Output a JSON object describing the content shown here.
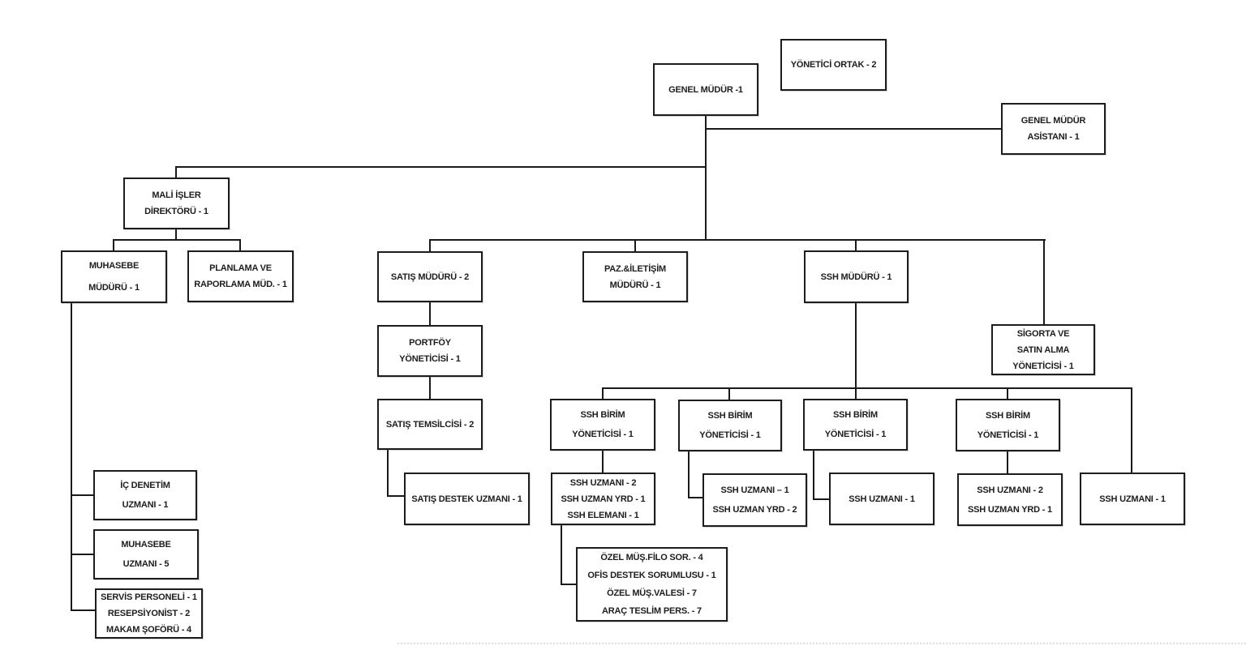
{
  "diagram": {
    "type": "org-chart",
    "nodes": {
      "yonetici_ortak": {
        "lines": [
          "YÖNETİCİ ORTAK - 2"
        ]
      },
      "genel_mudur": {
        "lines": [
          "GENEL MÜDÜR -1"
        ]
      },
      "gm_asistani": {
        "lines": [
          "GENEL MÜDÜR",
          "ASİSTANI - 1"
        ]
      },
      "mali_isler": {
        "lines": [
          "MALİ İŞLER",
          "DİREKTÖRÜ - 1"
        ]
      },
      "muhasebe_muduru": {
        "lines": [
          "MUHASEBE",
          "MÜDÜRÜ - 1"
        ]
      },
      "planlama": {
        "lines": [
          "PLANLAMA VE",
          "RAPORLAMA MÜD. - 1"
        ]
      },
      "ic_denetim": {
        "lines": [
          "İÇ DENETİM",
          "UZMANI - 1"
        ]
      },
      "muhasebe_uzmani": {
        "lines": [
          "MUHASEBE",
          "UZMANI - 5"
        ]
      },
      "servis_personeli": {
        "lines": [
          "SERVİS PERSONELİ - 1",
          "RESEPSİYONİST - 2",
          "MAKAM ŞOFÖRÜ - 4"
        ]
      },
      "satis_muduru": {
        "lines": [
          "SATIŞ MÜDÜRÜ - 2"
        ]
      },
      "portfoy": {
        "lines": [
          "PORTFÖY",
          "YÖNETİCİSİ - 1"
        ]
      },
      "satis_temsilcisi": {
        "lines": [
          "SATIŞ TEMSİLCİSİ - 2"
        ]
      },
      "satis_destek": {
        "lines": [
          "SATIŞ DESTEK UZMANI - 1"
        ]
      },
      "paz_iletisim": {
        "lines": [
          "PAZ.&İLETİŞİM",
          "MÜDÜRÜ - 1"
        ]
      },
      "ssh_muduru": {
        "lines": [
          "SSH MÜDÜRÜ - 1"
        ]
      },
      "sigorta": {
        "lines": [
          "SİGORTA VE",
          "SATIN ALMA",
          "YÖNETİCİSİ - 1"
        ]
      },
      "ssh_birim_1": {
        "lines": [
          "SSH BİRİM",
          "YÖNETİCİSİ - 1"
        ]
      },
      "ssh_birim_2": {
        "lines": [
          "SSH BİRİM",
          "YÖNETİCİSİ - 1"
        ]
      },
      "ssh_birim_3": {
        "lines": [
          "SSH BİRİM",
          "YÖNETİCİSİ - 1"
        ]
      },
      "ssh_birim_4": {
        "lines": [
          "SSH BİRİM",
          "YÖNETİCİSİ - 1"
        ]
      },
      "ssh_ekip_1": {
        "lines": [
          "SSH UZMANI - 2",
          "SSH UZMAN YRD - 1",
          "SSH ELEMANI - 1"
        ]
      },
      "ssh_ekip_2": {
        "lines": [
          "SSH UZMANI – 1",
          "SSH UZMAN YRD - 2"
        ]
      },
      "ssh_ekip_3": {
        "lines": [
          "SSH UZMANI - 1"
        ]
      },
      "ssh_ekip_4": {
        "lines": [
          "SSH UZMANI - 2",
          "SSH UZMAN YRD - 1"
        ]
      },
      "ssh_uzman_sag": {
        "lines": [
          "SSH UZMANI - 1"
        ]
      },
      "ozel_mus": {
        "lines": [
          "ÖZEL MÜŞ.FİLO SOR. - 4",
          "OFİS DESTEK SORUMLUSU - 1",
          "ÖZEL MÜŞ.VALESİ - 7",
          "ARAÇ TESLİM PERS. - 7"
        ]
      }
    },
    "edges": [
      [
        "genel_mudur",
        "gm_asistani"
      ],
      [
        "genel_mudur",
        "mali_isler"
      ],
      [
        "genel_mudur",
        "satis_muduru"
      ],
      [
        "genel_mudur",
        "paz_iletisim"
      ],
      [
        "genel_mudur",
        "ssh_muduru"
      ],
      [
        "genel_mudur",
        "sigorta"
      ],
      [
        "mali_isler",
        "muhasebe_muduru"
      ],
      [
        "mali_isler",
        "planlama"
      ],
      [
        "muhasebe_muduru",
        "ic_denetim"
      ],
      [
        "muhasebe_muduru",
        "muhasebe_uzmani"
      ],
      [
        "muhasebe_muduru",
        "servis_personeli"
      ],
      [
        "satis_muduru",
        "portfoy"
      ],
      [
        "portfoy",
        "satis_temsilcisi"
      ],
      [
        "satis_temsilcisi",
        "satis_destek"
      ],
      [
        "ssh_muduru",
        "ssh_birim_1"
      ],
      [
        "ssh_muduru",
        "ssh_birim_2"
      ],
      [
        "ssh_muduru",
        "ssh_birim_3"
      ],
      [
        "ssh_muduru",
        "ssh_birim_4"
      ],
      [
        "ssh_muduru",
        "ssh_uzman_sag"
      ],
      [
        "ssh_birim_1",
        "ssh_ekip_1"
      ],
      [
        "ssh_birim_2",
        "ssh_ekip_2"
      ],
      [
        "ssh_birim_3",
        "ssh_ekip_3"
      ],
      [
        "ssh_birim_4",
        "ssh_ekip_4"
      ],
      [
        "ssh_ekip_1",
        "ozel_mus"
      ]
    ],
    "colors": {
      "box_border": "#1d1d1d",
      "text": "#1d1d1d",
      "connector": "#1a1a1a",
      "background": "#ffffff",
      "page_edge": "#dcdcdc"
    }
  }
}
